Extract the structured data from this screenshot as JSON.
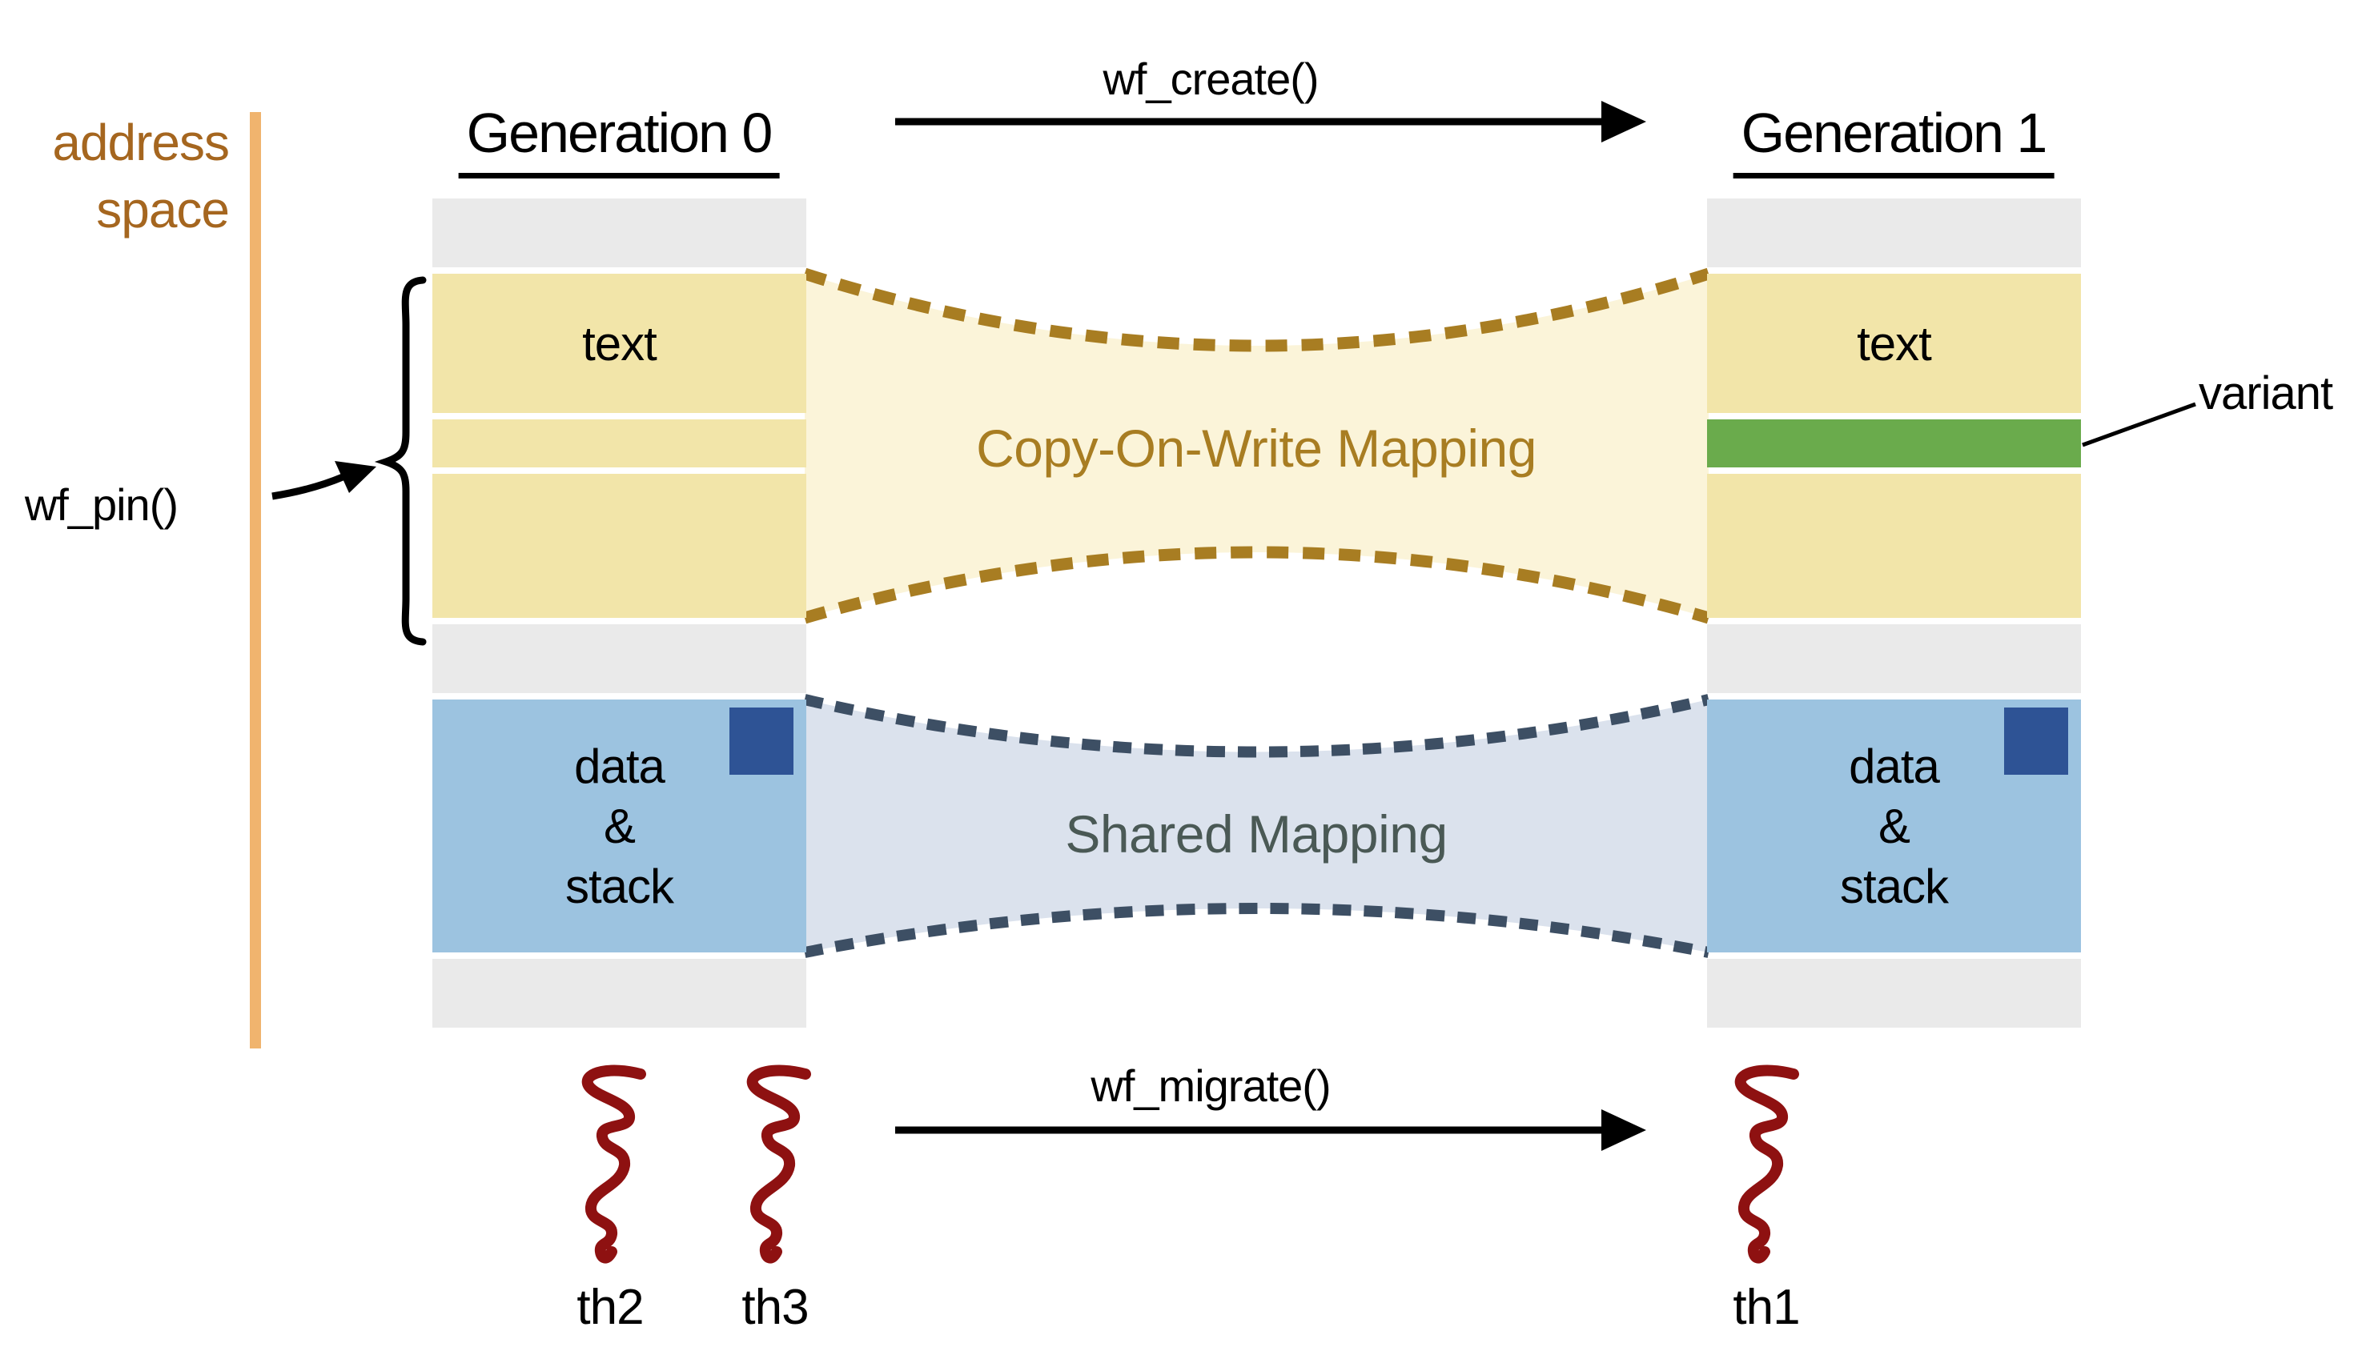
{
  "diagram": {
    "address_space": {
      "line1": "address",
      "line2": "space"
    },
    "generations": [
      {
        "title": "Generation 0"
      },
      {
        "title": "Generation 1"
      }
    ],
    "operations": {
      "create": "wf_create()",
      "pin": "wf_pin()",
      "migrate": "wf_migrate()"
    },
    "mappings": {
      "cow": "Copy-On-Write Mapping",
      "shared": "Shared Mapping"
    },
    "segments": {
      "text_label": "text",
      "data_stack": [
        "data",
        "&",
        "stack"
      ]
    },
    "variant_label": "variant",
    "threads": {
      "gen0": [
        "th2",
        "th3"
      ],
      "gen1": [
        "th1"
      ]
    }
  },
  "colors": {
    "accent_brown_text": "#a5661f",
    "accent_orange_line": "#f0b46e",
    "segment_yellow": "#f2e5a9",
    "segment_gray": "#eaeaea",
    "segment_blue": "#9cc3e0",
    "square_dark_blue": "#2e5395",
    "variant_green": "#6aab4c",
    "cow_fill": "#fbf4d9",
    "cow_accent": "#a87d22",
    "shared_fill": "#dbe2ed",
    "shared_accent": "#3d4f64",
    "shared_text": "#4a5955",
    "thread_red": "#8e1111",
    "ink": "#000000"
  }
}
